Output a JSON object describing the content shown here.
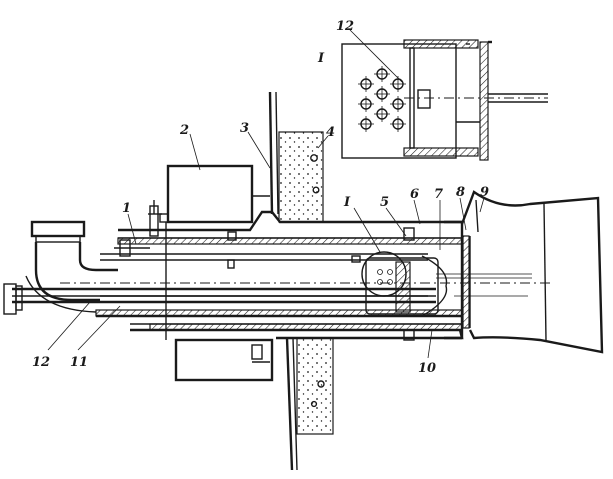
{
  "callouts": [
    {
      "id": "c1",
      "text": "1"
    },
    {
      "id": "c2",
      "text": "2"
    },
    {
      "id": "c3",
      "text": "3"
    },
    {
      "id": "c4",
      "text": "4"
    },
    {
      "id": "c5",
      "text": "5"
    },
    {
      "id": "c6",
      "text": "6"
    },
    {
      "id": "c7",
      "text": "7"
    },
    {
      "id": "c8",
      "text": "8"
    },
    {
      "id": "c9",
      "text": "9"
    },
    {
      "id": "c10",
      "text": "10"
    },
    {
      "id": "c11",
      "text": "11"
    },
    {
      "id": "c12",
      "text": "12"
    }
  ],
  "detail": {
    "view_label": "I",
    "callout": "12",
    "section_mark": "I"
  }
}
